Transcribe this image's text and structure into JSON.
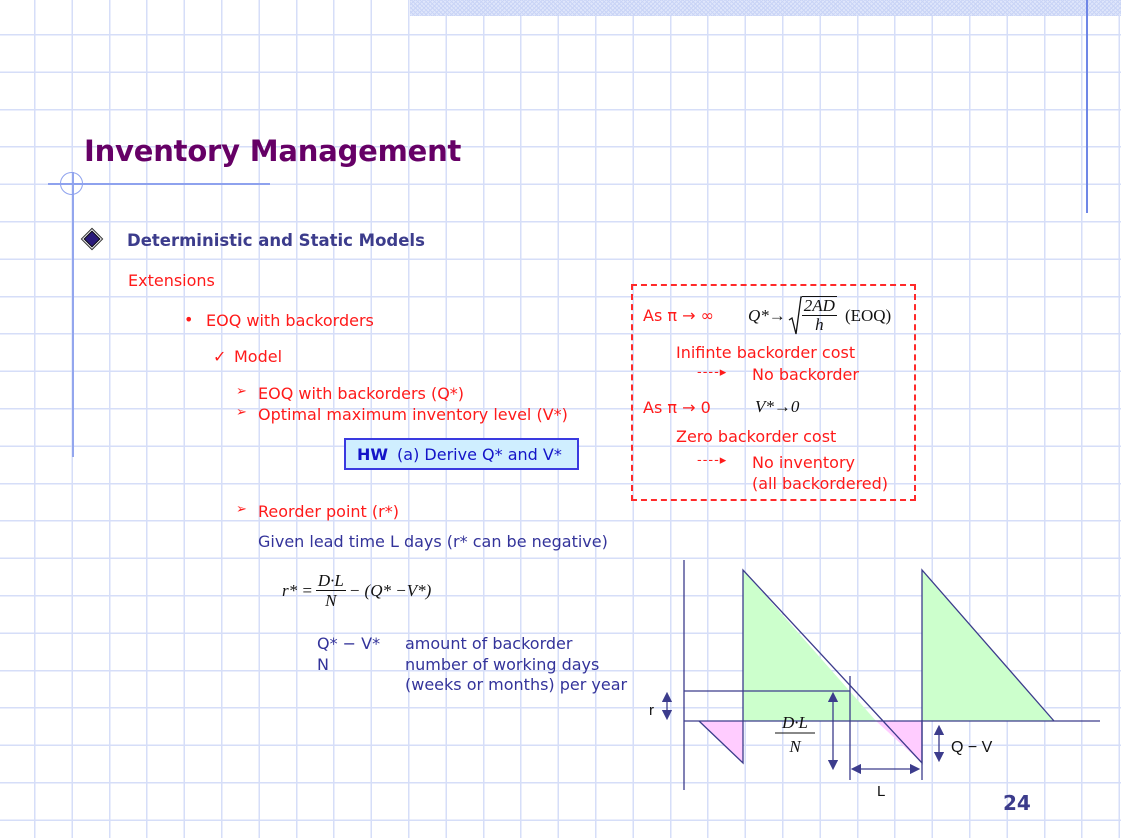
{
  "slide": {
    "title": "Inventory Management",
    "page_number": "24",
    "colors": {
      "title": "#660066",
      "heading": "#3c3c8c",
      "red": "#ff1a1a",
      "navy": "#33339a",
      "hw_fill": "#cfeeff",
      "hw_border": "#3a3ae0",
      "green_fill": "#ccffcc",
      "pink_fill": "#ffccff",
      "diagram_line": "#3c3c8c"
    }
  },
  "content": {
    "section": "Deterministic and Static Models",
    "subsection": "Extensions",
    "bullet": "EOQ with backorders",
    "check_item": "Model",
    "arrow_items": [
      "EOQ with backorders (Q*)",
      "Optimal maximum inventory level (V*)"
    ],
    "hw": {
      "bold": "HW",
      "text": "(a) Derive Q* and V*"
    },
    "reorder": {
      "heading": "Reorder point (r*)",
      "given": "Given lead time L days (r* can be negative)",
      "formula": {
        "lhs": "r* =",
        "num": "D·L",
        "den": "N",
        "rest": "− (Q* −V*)"
      },
      "defs": [
        {
          "term": "Q* − V*",
          "desc": "amount of backorder"
        },
        {
          "term": "N",
          "desc": "number of working days"
        },
        {
          "term": "",
          "desc": "(weeks or months) per year"
        }
      ]
    }
  },
  "limits_box": {
    "case1": {
      "label": "As π → ∞",
      "formula_lhs": "Q*→",
      "sqrt_num": "2AD",
      "sqrt_den": "h",
      "suffix": "(EOQ)",
      "explain": "Inifinte backorder cost",
      "result": "No backorder"
    },
    "case2": {
      "label": "As π → 0",
      "formula": "V*→0",
      "explain": "Zero backorder cost",
      "result_line1": "No inventory",
      "result_line2": "(all backordered)"
    },
    "arrow": "----▸"
  },
  "diagram": {
    "labels": {
      "r": "r",
      "dl_num": "D·L",
      "dl_den": "N",
      "qv": "Q − V",
      "L": "L"
    }
  }
}
